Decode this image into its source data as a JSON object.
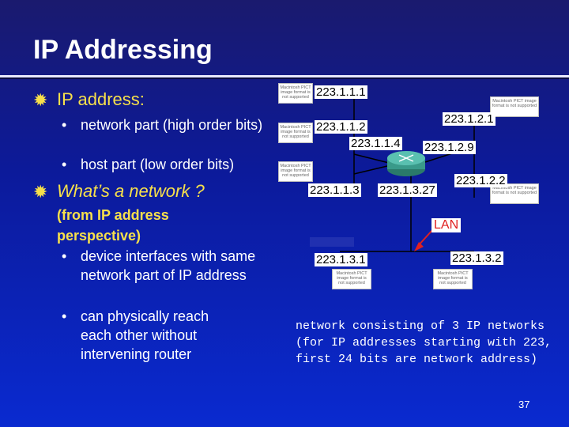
{
  "slide": {
    "title": "IP Addressing",
    "bullet1": "IP address:",
    "bullet1_sub": [
      "network part (high order bits)",
      "host part (low order bits)"
    ],
    "bullet2": "What’s a network ?",
    "bullet2_sub_header": "(from IP address perspective)",
    "bullet2_sub": [
      "device interfaces with same network part of IP address",
      "can physically reach each other without intervening router"
    ],
    "page_number": "37"
  },
  "diagram": {
    "ip_labels": {
      "a": "223.1.1.1",
      "b": "223.1.1.2",
      "c": "223.1.1.4",
      "d": "223.1.1.3",
      "e": "223.1.3.27",
      "f": "223.1.2.1",
      "g": "223.1.2.9",
      "h": "223.1.2.2",
      "i": "223.1.3.1",
      "j": "223.1.3.2"
    },
    "lan_label": "LAN",
    "placeholder_text": "Macintosh PICT image format is not supported",
    "caption": [
      "network consisting of 3 IP networks",
      "(for IP addresses starting with 223,",
      "first 24 bits are network address)"
    ],
    "colors": {
      "lan_label": "#e02020",
      "arrow": "#e02020",
      "router": "#3a9a8a"
    }
  }
}
